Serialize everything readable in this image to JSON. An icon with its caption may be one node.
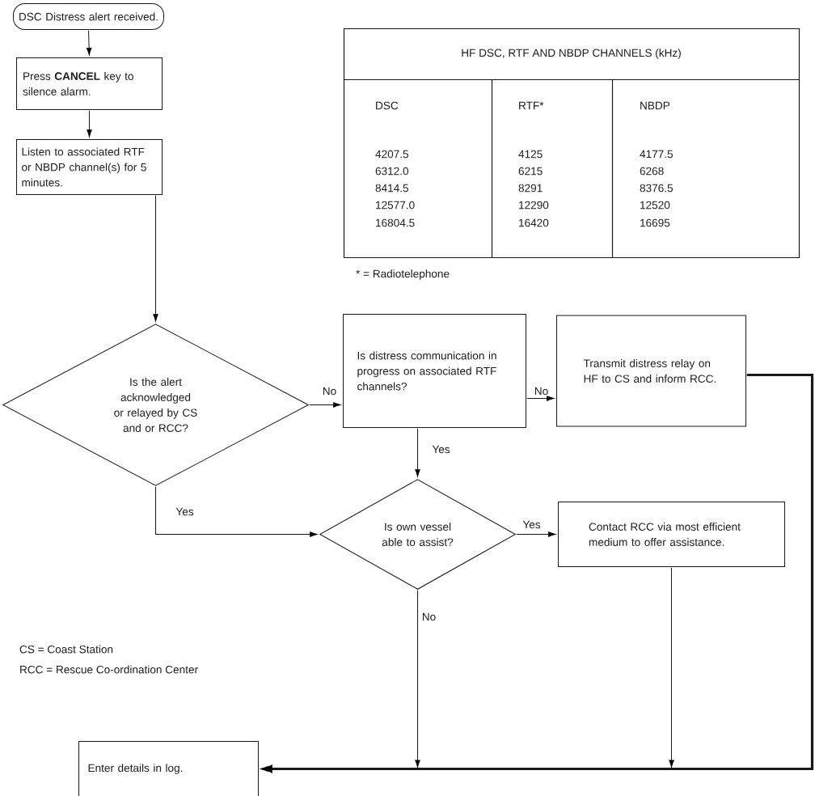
{
  "diagram": {
    "nodes": [
      {
        "text": [
          "DSC Distress alert received."
        ]
      },
      {
        "text": [
          "Press **CANCEL** key to silence alarm."
        ]
      },
      {
        "text": [
          "Listen to associated RTF or NBDP channel(s) for 5 minutes."
        ]
      },
      {
        "text": [
          "Is the alert acknowledged or relayed by CS and or RCC?"
        ]
      },
      {
        "text": [
          "Is distress communication in progress on associated RTF channels?"
        ]
      },
      {
        "text": [
          "Transmit distress relay on HF to CS and inform RCC."
        ]
      },
      {
        "text": [
          "Is own vessel able to assist?"
        ]
      },
      {
        "text": [
          "Contact RCC via most efficient medium to offer assistance."
        ]
      },
      {
        "text": [
          "Enter details in log."
        ]
      }
    ],
    "edges": [
      {
        "from": 0,
        "to": 1,
        "arrow": "to"
      },
      {
        "from": 1,
        "to": 2,
        "arrow": "to"
      },
      {
        "from": 2,
        "to": 3,
        "arrow": "to"
      },
      {
        "from": 3,
        "to": 4,
        "arrow": "to",
        "label": "No"
      },
      {
        "from": 4,
        "to": 5,
        "arrow": "to",
        "label": "No"
      },
      {
        "from": 4,
        "to": 6,
        "arrow": "to",
        "label": "Yes"
      },
      {
        "from": 3,
        "to": 6,
        "arrow": "to",
        "label": "Yes"
      },
      {
        "from": 6,
        "to": 7,
        "arrow": "to",
        "label": "Yes"
      },
      {
        "from": 6,
        "to": 8,
        "arrow": "to",
        "label": "No"
      },
      {
        "from": 7,
        "to": 8,
        "arrow": "to"
      },
      {
        "from": 5,
        "to": 8,
        "arrow": "to",
        "style": "thick"
      }
    ],
    "labels": [
      "HF DSC, RTF AND NBDP CHANNELS (kHz)",
      "DSC",
      "RTF*",
      "NBDP",
      "4207.5",
      "4125",
      "4177.5",
      "6312.0",
      "6215",
      "6268",
      "8414.5",
      "8291",
      "8376.5",
      "12577.0",
      "12290",
      "12520",
      "16804.5",
      "16420",
      "16695",
      "* = Radiotelephone",
      "CS = Coast Station",
      "RCC = Rescue Co-ordination Center"
    ]
  }
}
